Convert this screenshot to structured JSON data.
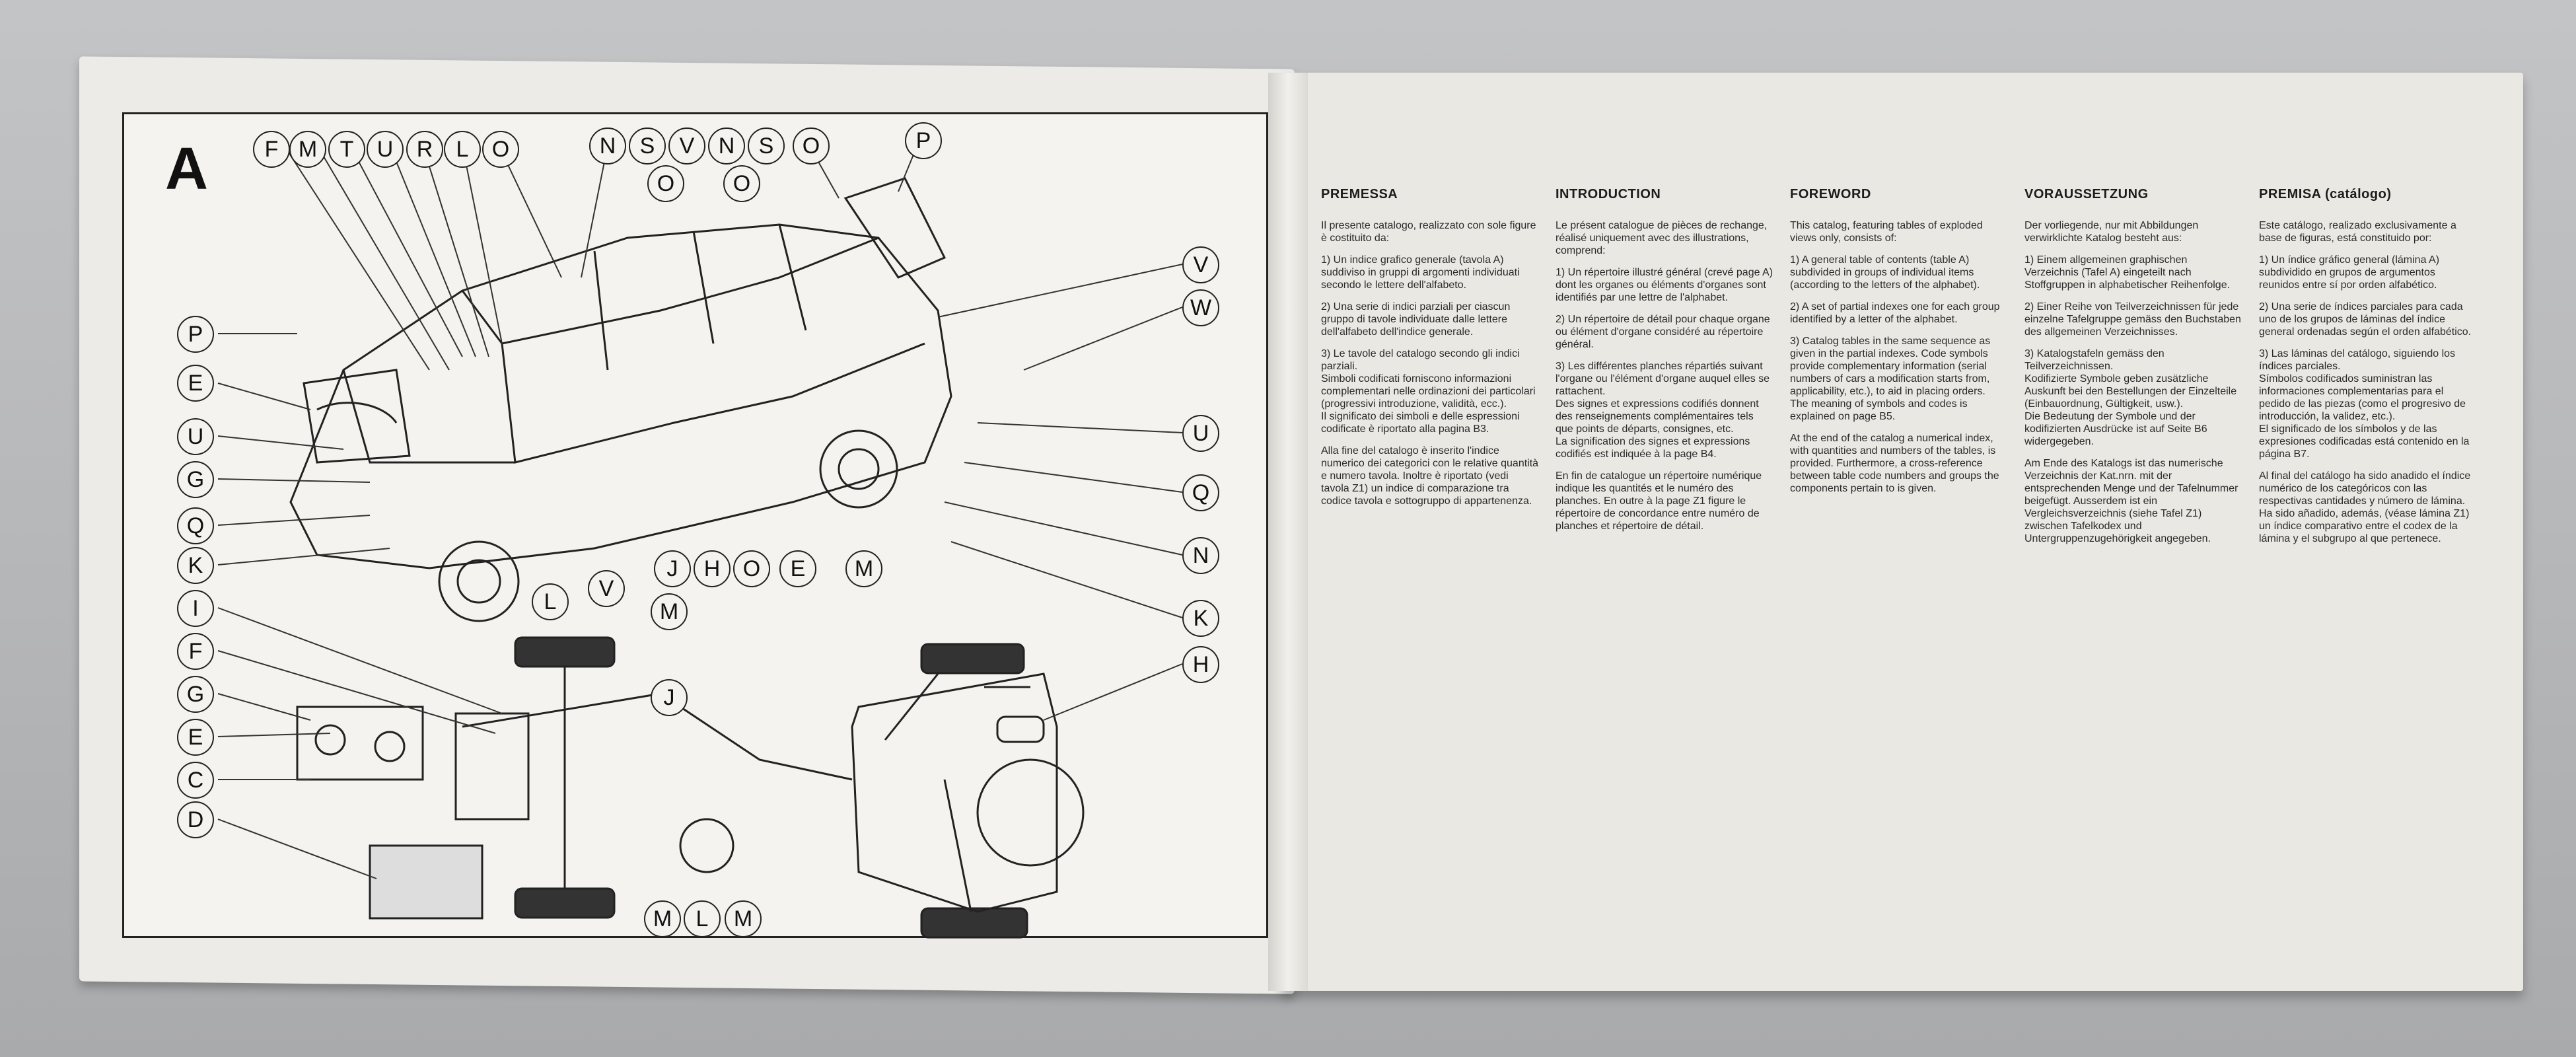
{
  "diagram": {
    "plate_letter": "A",
    "callouts_top": [
      "F",
      "M",
      "T",
      "U",
      "R",
      "L",
      "O",
      "N",
      "S",
      "V",
      "N",
      "S",
      "O",
      "O",
      "O",
      "P"
    ],
    "callouts_left": [
      "P",
      "E",
      "U",
      "G",
      "Q",
      "K",
      "I",
      "F",
      "G",
      "E",
      "C",
      "D"
    ],
    "callouts_right": [
      "V",
      "W",
      "U",
      "Q",
      "N",
      "K",
      "H"
    ],
    "callouts_bottom": [
      "L",
      "V",
      "J",
      "H",
      "O",
      "E",
      "M",
      "M",
      "J",
      "M",
      "L",
      "M"
    ]
  },
  "columns": [
    {
      "heading": "PREMESSA",
      "paragraphs": [
        "Il presente catalogo, realizzato con sole figure è costituito da:",
        "1) Un indice grafico generale (tavola A) suddiviso in gruppi di argomenti individuati secondo le lettere dell'alfabeto.",
        "2) Una serie di indici parziali per ciascun gruppo di tavole individuate dalle lettere dell'alfabeto dell'indice generale.",
        "3) Le tavole del catalogo secondo gli indici parziali.\nSimboli codificati forniscono informazioni complementari nelle ordinazioni dei particolari (progressivi introduzione, validità, ecc.).\nIl significato dei simboli e delle espressioni codificate è riportato alla pagina B3.",
        "Alla fine del catalogo è inserito l'indice numerico dei categorici con le relative quantità e numero tavola. Inoltre è riportato (vedi tavola Z1) un indice di comparazione tra codice tavola e sottogruppo di appartenenza."
      ]
    },
    {
      "heading": "INTRODUCTION",
      "paragraphs": [
        "Le présent catalogue de pièces de rechange, réalisé uniquement avec des illustrations, comprend:",
        "1) Un répertoire illustré général (crevé page A) dont les organes ou éléments d'organes sont identifiés par une lettre de l'alphabet.",
        "2) Un répertoire de détail pour chaque organe ou élément d'organe considéré au répertoire général.",
        "3) Les différentes planches répartiés suivant l'organe ou l'élément d'organe auquel elles se rattachent.\nDes signes et expressions codifiés donnent des renseignements complémentaires tels que points de départs, consignes, etc.\nLa signification des signes et expressions codifiés est indiquée à la page B4.",
        "En fin de catalogue un répertoire numérique indique les quantités et le numéro des planches. En outre à la page Z1 figure le répertoire de concordance entre numéro de planches et répertoire de détail."
      ]
    },
    {
      "heading": "FOREWORD",
      "paragraphs": [
        "This catalog, featuring tables of exploded views only, consists of:",
        "1) A general table of contents (table A) subdivided in groups of individual items (according to the letters of the alphabet).",
        "2) A set of partial indexes one for each group identified by a letter of the alphabet.",
        "3) Catalog tables in the same sequence as given in the partial indexes. Code symbols provide complementary information (serial numbers of cars a modification starts from, applicability, etc.), to aid in placing orders.\nThe meaning of symbols and codes is explained on page B5.",
        "At the end of the catalog a numerical index, with quantities and numbers of the tables, is provided. Furthermore, a cross-reference between table code numbers and groups the components pertain to is given."
      ]
    },
    {
      "heading": "VORAUSSETZUNG",
      "paragraphs": [
        "Der vorliegende, nur mit Abbildungen verwirklichte Katalog besteht aus:",
        "1) Einem allgemeinen graphischen Verzeichnis (Tafel A) eingeteilt nach Stoffgruppen in alphabetischer Reihenfolge.",
        "2) Einer Reihe von Teilverzeichnissen für jede einzelne Tafelgruppe gemäss den Buchstaben des allgemeinen Verzeichnisses.",
        "3) Katalogstafeln gemäss den Teilverzeichnissen.\nKodifizierte Symbole geben zusätzliche Auskunft bei den Bestellungen der Einzelteile (Einbauordnung, Gültigkeit, usw.).\nDie Bedeutung der Symbole und der kodifizierten Ausdrücke ist auf Seite B6 widergegeben.",
        "Am Ende des Katalogs ist das numerische Verzeichnis der Kat.nrn. mit der entsprechenden Menge und der Tafelnummer beigefügt. Ausserdem ist ein Vergleichsverzeichnis (siehe Tafel Z1) zwischen Tafelkodex und Untergruppenzugehörigkeit angegeben."
      ]
    },
    {
      "heading": "PREMISA (catálogo)",
      "paragraphs": [
        "Este catálogo, realizado exclusivamente a base de figuras, está constituido por:",
        "1) Un índice gráfico general (lámina A) subdividido en grupos de argumentos reunidos entre sí por orden alfabético.",
        "2) Una serie de índices parciales para cada uno de los grupos de láminas del índice general ordenadas según el orden alfabético.",
        "3) Las láminas del catálogo, siguiendo los índices parciales.\nSímbolos codificados suministran las informaciones complementarias para el pedido de las piezas (como el progresivo de introducción, la validez, etc.).\nEl significado de los símbolos y de las expresiones codificadas está contenido en la página B7.",
        "Al final del catálogo ha sido anadido el índice numérico de los categóricos con las respectivas cantidades y número de lámina. Ha sido añadido, además, (véase lámina Z1) un índice comparativo entre el codex de la lámina y el subgrupo al que pertenece."
      ]
    }
  ]
}
